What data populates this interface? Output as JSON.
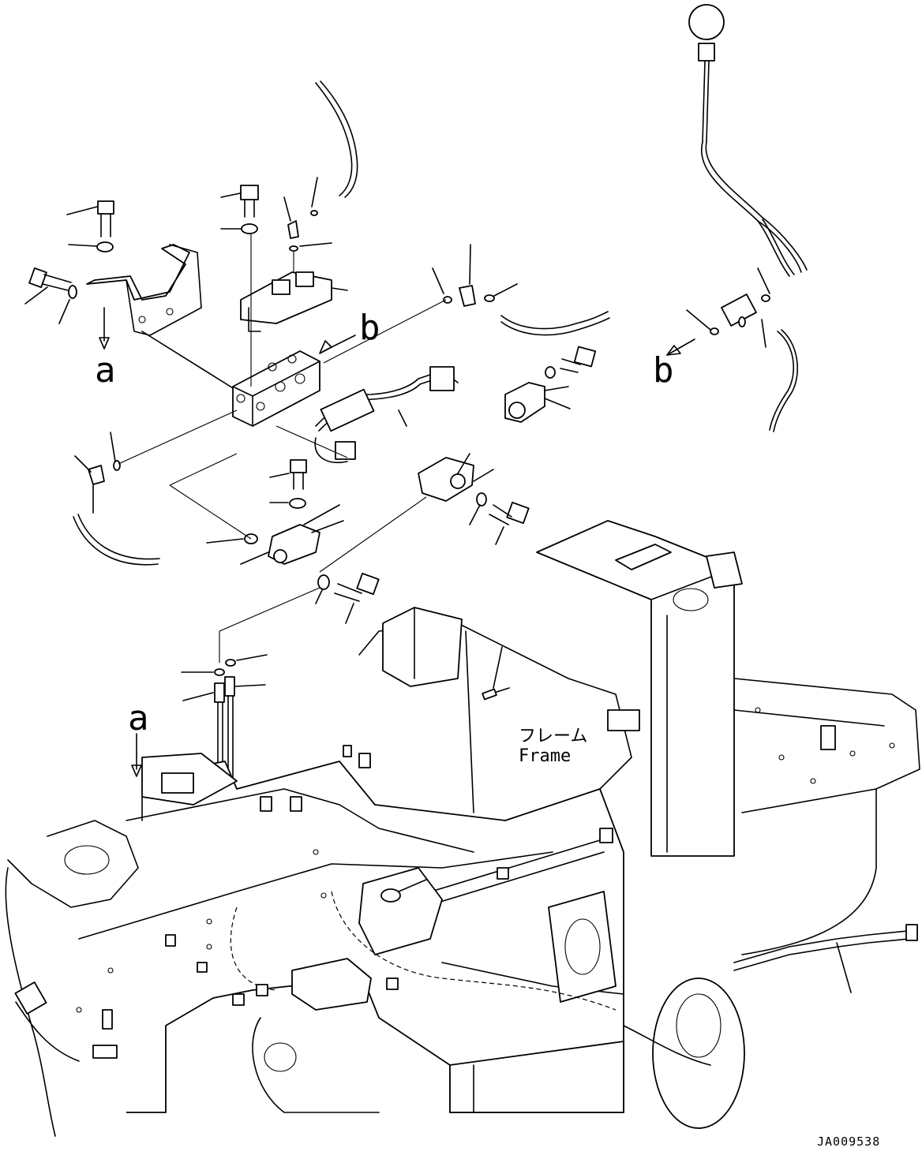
{
  "labels": {
    "callout_a": "a",
    "callout_b": "b",
    "frame_jp": "フレーム",
    "frame_en": "Frame",
    "drawing_code": "JA009538"
  }
}
